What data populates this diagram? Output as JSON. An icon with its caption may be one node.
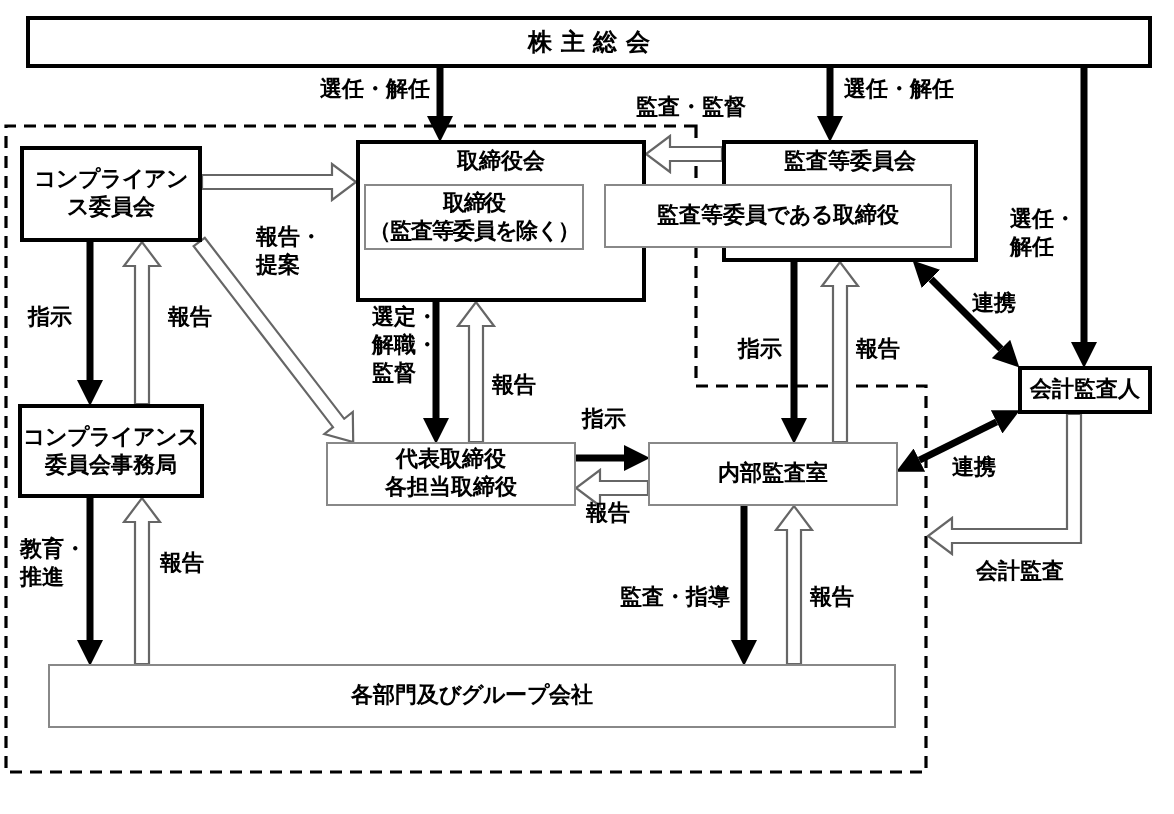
{
  "diagram": {
    "nodes": [
      {
        "text": [
          "株 主 総 会"
        ]
      },
      {
        "text": [
          "取締役会"
        ]
      },
      {
        "text": [
          "取締役",
          "（監査等委員を除く）"
        ],
        "in": 1
      },
      {
        "text": [
          "監査等委員会"
        ]
      },
      {
        "text": [
          "監査等委員である取締役"
        ]
      },
      {
        "text": [
          "コンプライアンス委員会"
        ]
      },
      {
        "text": [
          "コンプライアンス委員会事務局"
        ]
      },
      {
        "text": [
          "代表取締役",
          "各担当取締役"
        ]
      },
      {
        "text": [
          "内部監査室"
        ]
      },
      {
        "text": [
          "会計監査人"
        ]
      },
      {
        "text": [
          "各部門及びグループ会社"
        ]
      }
    ],
    "edges": [
      {
        "from": 0,
        "to": 1,
        "arrow": "to",
        "label": "選任・解任"
      },
      {
        "from": 0,
        "to": 3,
        "arrow": "to",
        "label": "選任・解任"
      },
      {
        "from": 0,
        "to": 9,
        "arrow": "to",
        "label": "選任・解任"
      },
      {
        "from": 3,
        "to": 1,
        "arrow": "to",
        "label": "監査・監督",
        "style": "thick"
      },
      {
        "from": 5,
        "to": 1,
        "arrow": "to",
        "label": "報告・提案",
        "style": "thick"
      },
      {
        "from": 5,
        "to": 7,
        "arrow": "to",
        "style": "thick"
      },
      {
        "from": 5,
        "to": 6,
        "arrow": "to",
        "label": "指示"
      },
      {
        "from": 6,
        "to": 5,
        "arrow": "to",
        "label": "報告",
        "style": "thick"
      },
      {
        "from": 1,
        "to": 7,
        "arrow": "to",
        "label": "選定・解職・監督"
      },
      {
        "from": 7,
        "to": 1,
        "arrow": "to",
        "label": "報告",
        "style": "thick"
      },
      {
        "from": 3,
        "to": 8,
        "arrow": "to",
        "label": "指示"
      },
      {
        "from": 8,
        "to": 3,
        "arrow": "to",
        "label": "報告",
        "style": "thick"
      },
      {
        "from": 3,
        "to": 9,
        "arrow": "both",
        "label": "連携"
      },
      {
        "from": 7,
        "to": 8,
        "arrow": "to",
        "label": "指示"
      },
      {
        "from": 8,
        "to": 7,
        "arrow": "to",
        "label": "報告",
        "style": "thick"
      },
      {
        "from": 9,
        "to": 8,
        "arrow": "both",
        "label": "連携"
      },
      {
        "from": 6,
        "to": 10,
        "arrow": "to",
        "label": "教育・推進"
      },
      {
        "from": 10,
        "to": 6,
        "arrow": "to",
        "label": "報告",
        "style": "thick"
      },
      {
        "from": 8,
        "to": 10,
        "arrow": "to",
        "label": "監査・指導"
      },
      {
        "from": 10,
        "to": 8,
        "arrow": "to",
        "label": "報告",
        "style": "thick"
      },
      {
        "from": 9,
        "to": null,
        "arrow": "to",
        "label": "会計監査",
        "style": "thick"
      }
    ]
  }
}
